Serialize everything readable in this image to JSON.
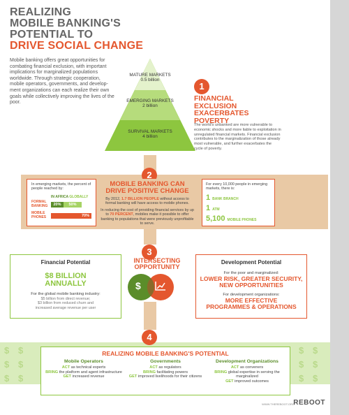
{
  "header": {
    "title_line1": "REALIZING",
    "title_line2": "MOBILE BANKING'S",
    "title_line3": "POTENTIAL TO",
    "title_line4": "DRIVE SOCIAL CHANGE",
    "intro": "Mobile banking offers great opportunities for combat­ing financial exclusion, with important implications for marginalized populations worldwide. Through strategic cooperation, mobile operators, governments, and develop­ment organizations can each realize their own goals while collectively improving the lives of the poor."
  },
  "pyramid": {
    "top_label": "MATURE MARKETS",
    "top_value": "0.5 billion",
    "mid_label": "EMERGING MARKETS",
    "mid_value": "2 billion",
    "bottom_label": "SURVIVAL MARKETS",
    "bottom_value": "4 billion"
  },
  "section1": {
    "number": "1",
    "heading_line1": "FINANCIAL",
    "heading_line2": "EXCLUSION",
    "heading_line3": "EXACERBATES",
    "heading_line4": "POVERTY",
    "body": "The world's unbanked are more vulnerable to economic shocks and more liable to exploitation in unregulated financial markets. Financial exclusion contributes to the marginalization of those already most vulnerable, and further exacerbates the cycle of poverty."
  },
  "section2": {
    "number": "2",
    "left_intro": "In emerging markets, the percent of people reached by:",
    "col_africa": "IN AFRICA",
    "col_global": "GLOBALLY",
    "row1_label": "FORMAL BANKING",
    "row1_africa": "20%",
    "row1_global": "50%",
    "row2_label": "MOBILE PHONES",
    "row2_value": "70%",
    "heading_line1": "MOBILE BANKING CAN",
    "heading_line2": "DRIVE POSITIVE CHANGE",
    "center_p1_pre": "By 2012, ",
    "center_p1_em": "1.7 BILLION PEOPLE",
    "center_p1_post": " without access to formal banking will have access to mobile phones.",
    "center_p2_pre": "In reducing the cost of providing financial services by up to ",
    "center_p2_em": "70 PERCENT",
    "center_p2_post": ", mobiles make it possible to offer banking to populations that were previously unprofitable to serve.",
    "right_intro": "For every 10,000 people in emerging markets, there is:",
    "stat1_num": "1",
    "stat1_label": "BANK BRANCH",
    "stat2_num": "1",
    "stat2_label": "ATM",
    "stat3_num": "5,100",
    "stat3_label": "MOBILE PHONES"
  },
  "section3": {
    "number": "3",
    "heading_line1": "INTERSECTING",
    "heading_line2": "OPPORTUNITY",
    "dollar_icon": "$",
    "fin_title": "Financial Potential",
    "fin_big_line1": "$8 BILLION",
    "fin_big_line2": "ANNUALLY",
    "fin_sub": "For the global mobile banking industry:",
    "fin_detail_line1": "$5 billion from direct revenue;",
    "fin_detail_line2": "$3 billion from reduced churn and",
    "fin_detail_line3": "increased average revenue per user",
    "dev_title": "Development Potential",
    "dev_sub1": "For the poor and marginalized:",
    "dev_big1_line1": "LOWER RISK, GREATER SECURITY,",
    "dev_big1_line2": "NEW OPPORTUNITIES",
    "dev_sub2": "For development organizations:",
    "dev_big2_line1": "MORE EFFECTIVE",
    "dev_big2_line2": "PROGRAMMES & OPERATIONS"
  },
  "section4": {
    "number": "4",
    "heading": "REALIZING MOBILE BANKING'S POTENTIAL",
    "col1_title": "Mobile Operators",
    "col1_k1": "ACT",
    "col1_t1": " as technical experts",
    "col1_k2": "BRING",
    "col1_t2": " the platform and agent infrastructure",
    "col1_k3": "GET",
    "col1_t3": " increased revenue",
    "col2_title": "Governments",
    "col2_k1": "ACT",
    "col2_t1": " as regulators",
    "col2_k2": "BRING",
    "col2_t2": " facilitating powers",
    "col2_k3": "GET",
    "col2_t3": " improved livelihoods for their citizens",
    "col3_title": "Development Organizations",
    "col3_k1": "ACT",
    "col3_t1": " as conveners",
    "col3_k2": "BRING",
    "col3_t2": " global expertise in serving the marginalized",
    "col3_k3": "GET",
    "col3_t3": " improved outcomes"
  },
  "footer": {
    "url": "WWW.THEREBOOT.ORG",
    "logo": "REBOOT"
  },
  "colors": {
    "accent_orange": "#e4572e",
    "accent_green": "#8dc63f",
    "dark_green": "#5b8d2a",
    "tan": "#e9c9a5",
    "light_green": "#d9ecbc"
  }
}
